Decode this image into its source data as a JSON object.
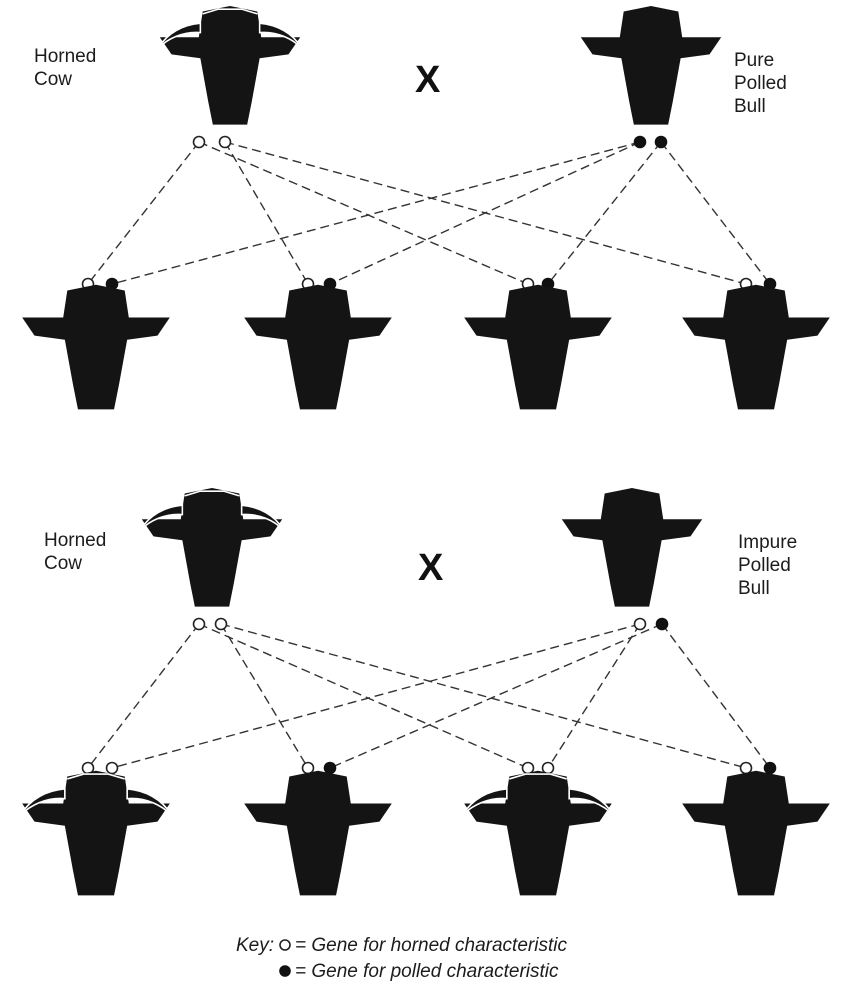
{
  "cross1": {
    "left_label": [
      "Horned",
      "Cow"
    ],
    "right_label": [
      "Pure",
      "Polled",
      "Bull"
    ],
    "cross_symbol": "X"
  },
  "cross2": {
    "left_label": [
      "Horned",
      "Cow"
    ],
    "right_label": [
      "Impure",
      "Polled",
      "Bull"
    ],
    "cross_symbol": "X"
  },
  "key": {
    "prefix": "Key:",
    "horned": "= Gene  for horned  characteristic",
    "polled": "= Gene  for polled  characteristic"
  },
  "offspring_cross1": [
    "polled",
    "polled",
    "polled",
    "polled"
  ],
  "offspring_cross2": [
    "horned",
    "polled",
    "horned",
    "polled"
  ]
}
